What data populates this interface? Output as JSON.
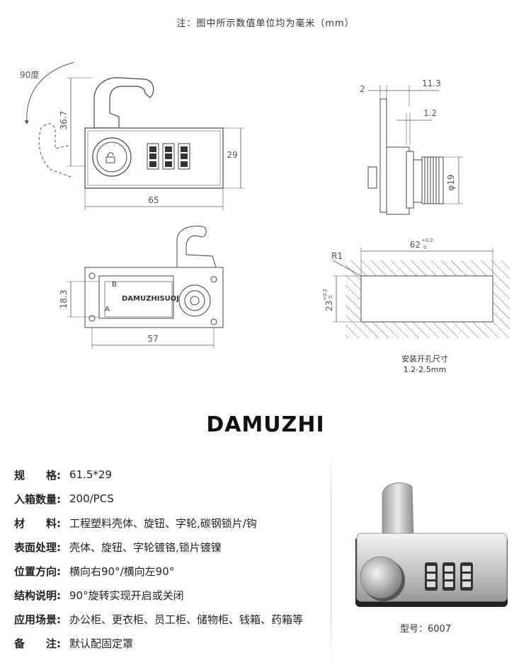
{
  "note": "注：图中所示数值单位均为毫米（mm）",
  "front_view": {
    "rotation_label": "90度",
    "dim_height_hook": "36.7",
    "dim_height_body": "29",
    "dim_width": "65"
  },
  "side_view": {
    "dim_top_left": "2",
    "dim_top_right": "11.3",
    "dim_plate": "1.2",
    "dim_diameter": "φ19"
  },
  "back_view": {
    "dim_height": "18.3",
    "dim_width": "57",
    "inner_label": "DAMUZHISUOJU",
    "mark_b": "B",
    "mark_a": "A"
  },
  "cutout": {
    "dim_width": "62",
    "dim_width_tol_upper": "+0.2",
    "dim_width_tol_lower": "0",
    "dim_height": "23",
    "dim_height_tol_upper": "+0.2",
    "dim_height_tol_lower": "0",
    "radius": "R1",
    "caption_line1": "安装开孔尺寸",
    "caption_line2": "1.2-2.5mm"
  },
  "brand": "DAMUZHI",
  "specs": [
    {
      "key": "规　　格:",
      "value": "61.5*29"
    },
    {
      "key": "入箱数量:",
      "value": "200/PCS"
    },
    {
      "key": "材　　料:",
      "value": "工程塑料壳体、旋钮、字轮,碳钢锁片/钩"
    },
    {
      "key": "表面处理:",
      "value": "壳体、旋钮、字轮镀铬,锁片镀镍"
    },
    {
      "key": "位置方向:",
      "value": "横向右90°/横向左90°"
    },
    {
      "key": "结构说明:",
      "value": "90°旋转实现开启或关闭"
    },
    {
      "key": "应用场景:",
      "value": "办公柜、更衣柜、员工柜、储物柜、钱箱、药箱等"
    },
    {
      "key": "备　　注:",
      "value": "默认配固定罩"
    }
  ],
  "model_label": "型号：6007"
}
